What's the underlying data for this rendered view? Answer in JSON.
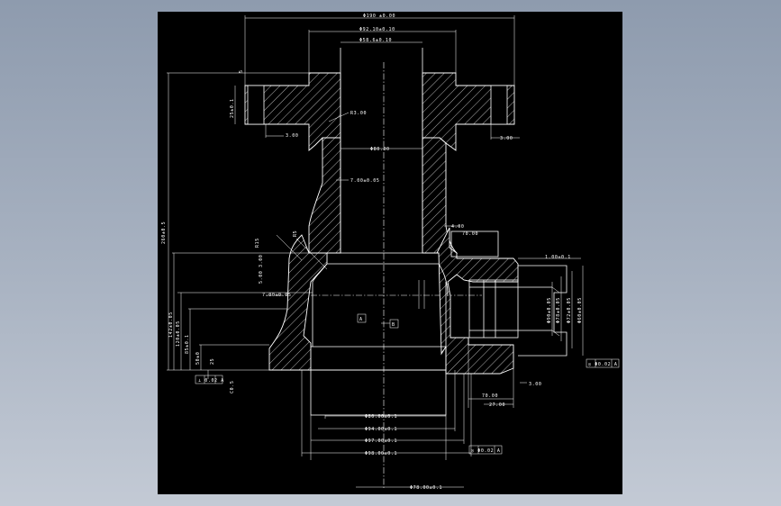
{
  "drawing": {
    "dimensions": {
      "top_overall": "Φ190 ±0.00",
      "top_mid": "Φ92.10±0.10",
      "top_inner": "Φ58.6±0.10",
      "fillet": "R3.00",
      "flange_step_left": "3.00",
      "flange_step_right": "3.00",
      "neck_width": "Φ80.00",
      "taper": "7.00±0.05",
      "left_height": "260±0.5",
      "flange_thk": "25±0.1",
      "flange_offset": "5",
      "mid_left_1": "R15",
      "mid_left_2": "R5",
      "mid_left_3": "3.00",
      "mid_left_4": "5.00",
      "right_step": "4.00",
      "right_box": "70.00",
      "right_dim_1": "Φ90±0.05",
      "right_dim_2": "Φ78±0.05",
      "right_dim_3": "Φ72±0.05",
      "right_dim_4": "Φ60±0.05",
      "right_small": "1.00±0.1",
      "center_note": "7.00±0.05",
      "left_col_1": "142±0.05",
      "left_col_2": "120±0.05",
      "left_col_3": "85±0.1",
      "left_col_4": "50±0",
      "left_col_5": "25",
      "bot_1": "Φ80.00±0.1",
      "bot_2": "Φ94.00±0.1",
      "bot_3": "Φ97.00±0.1",
      "bot_4": "Φ98.00±0.1",
      "bot_5": "Φ78.00±0.1",
      "bottom_right_1": "70.00",
      "bottom_right_2": "3.00",
      "bottom_right_3": "27.00",
      "chamfer": "C0.5",
      "tol_frame_left": "⊥ 0.02 A",
      "tol_frame_right": "◎ Φ0.02 A",
      "tol_frame_bottom": "◎ Φ0.02 A",
      "datum_a": "A",
      "datum_b": "B"
    }
  }
}
